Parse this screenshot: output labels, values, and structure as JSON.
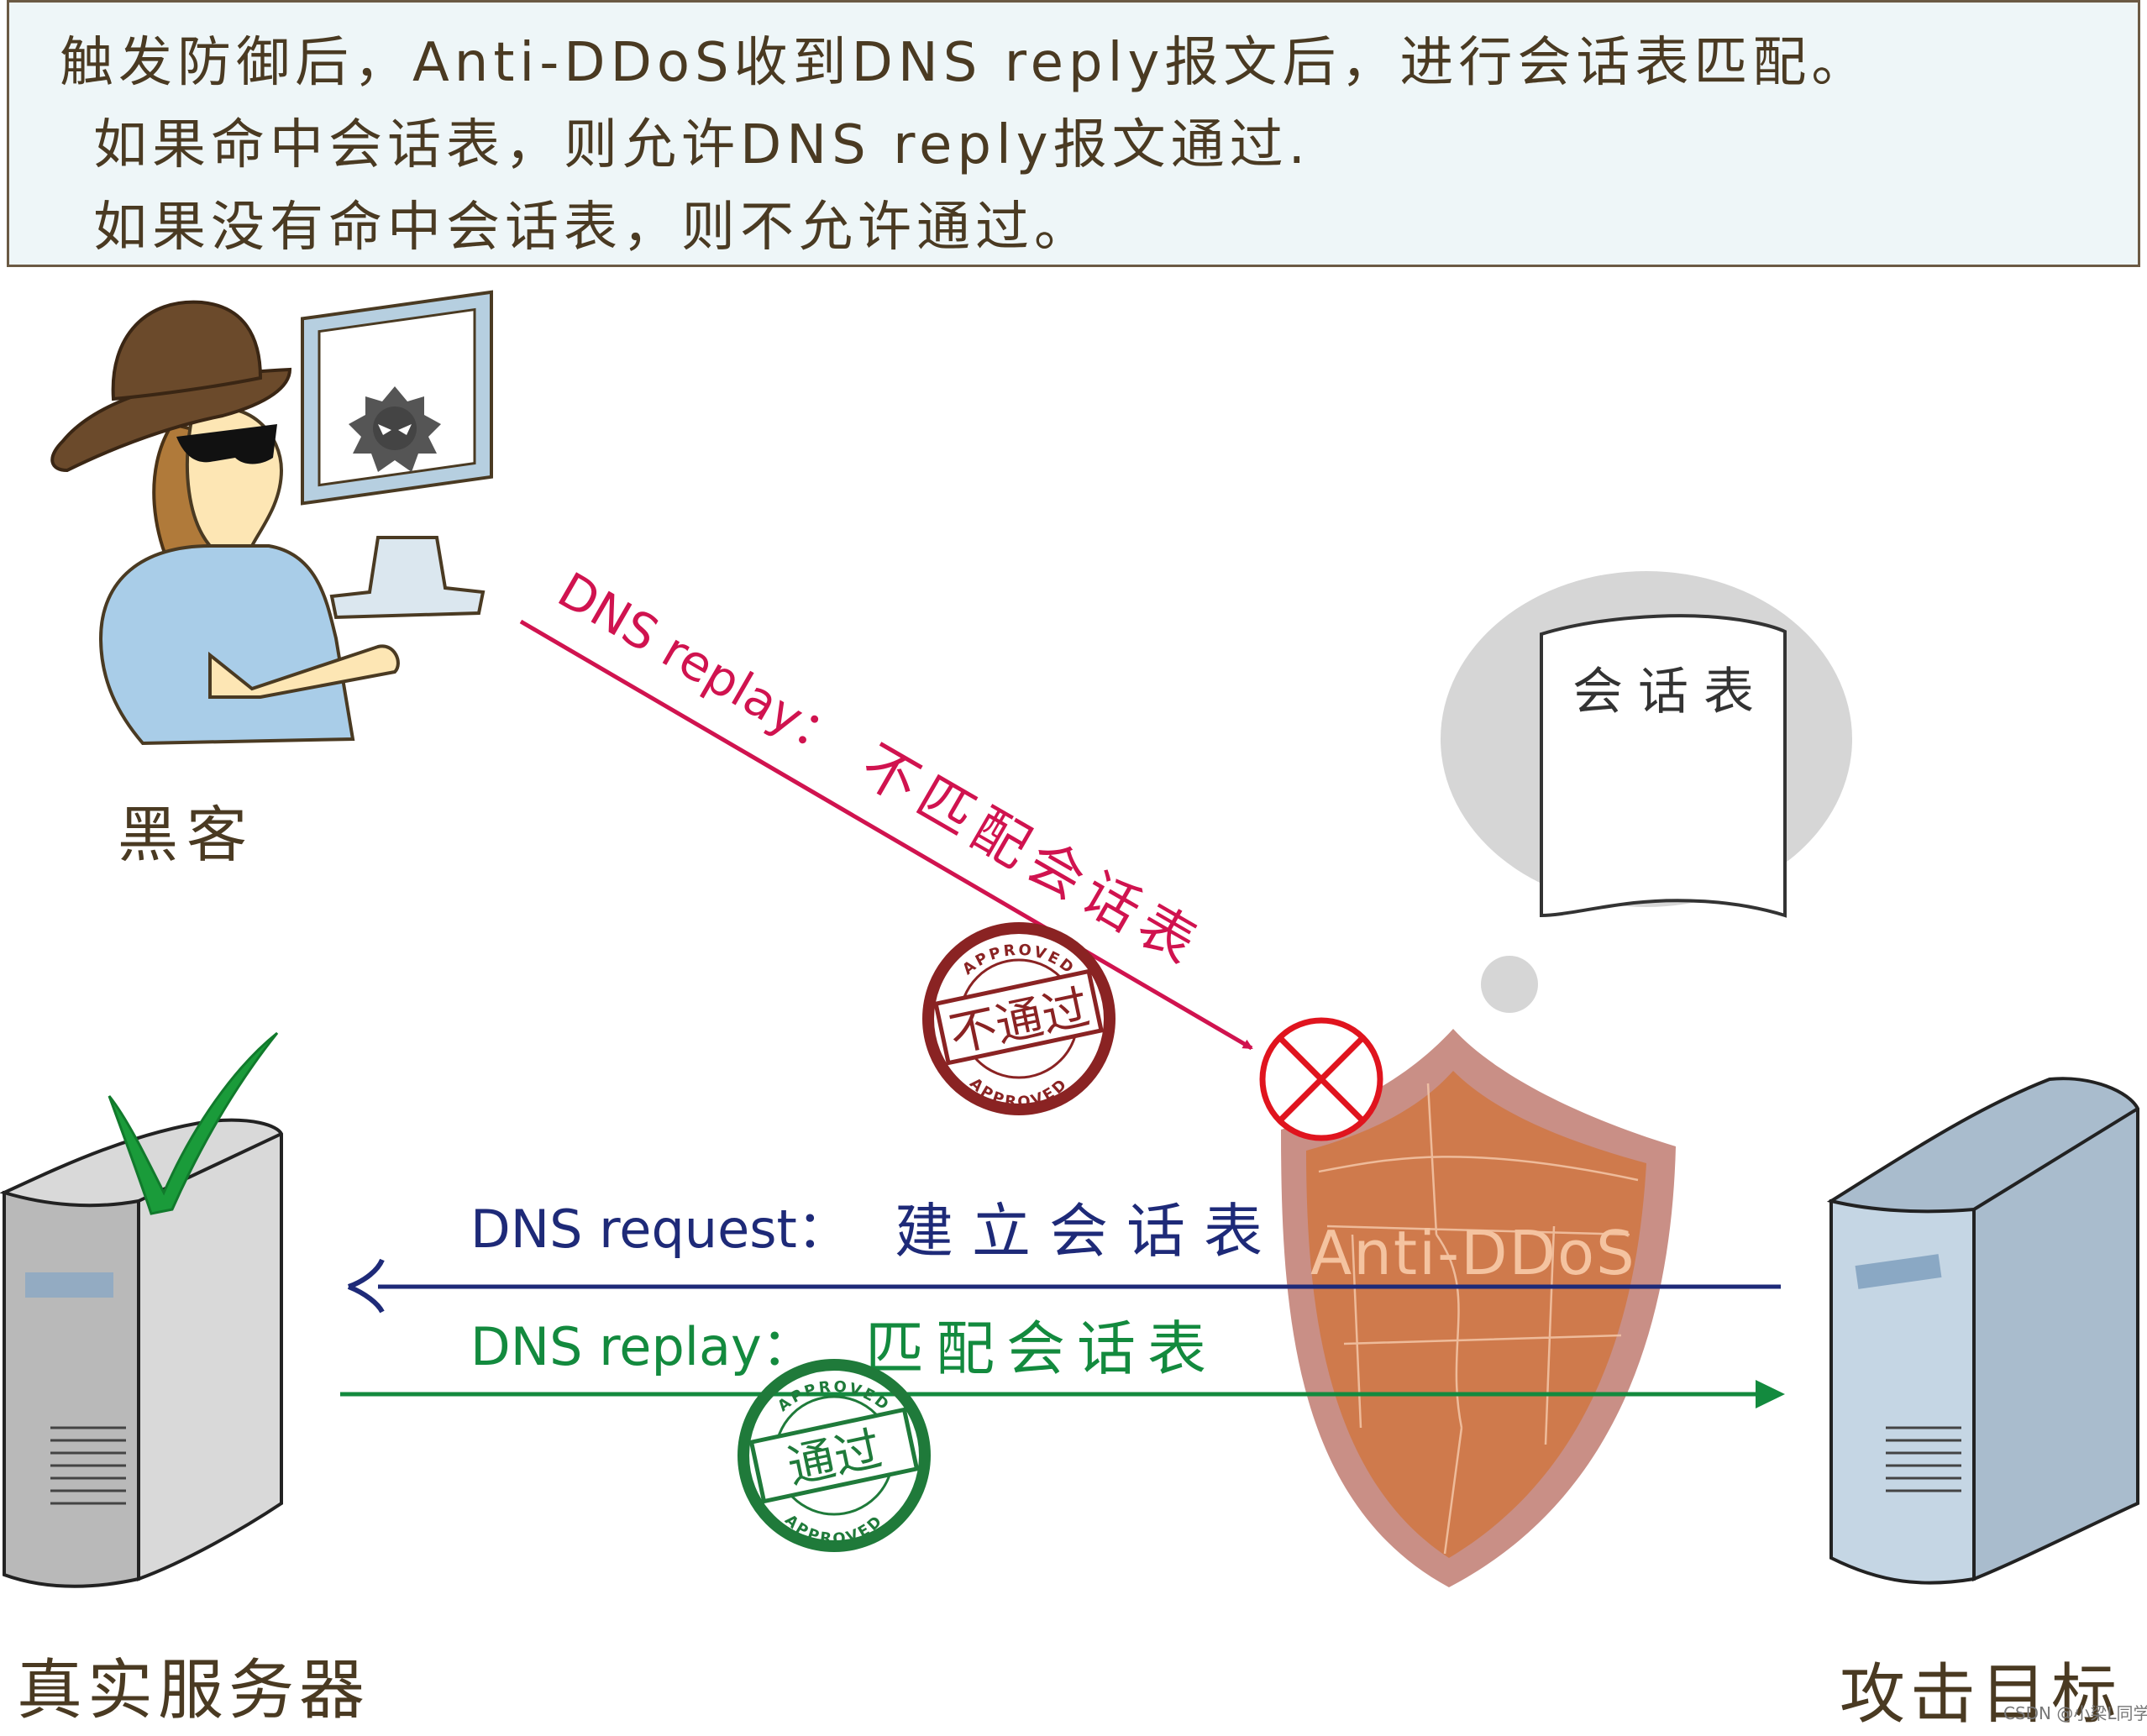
{
  "caption": {
    "line1": "触发防御后，Anti-DDoS收到DNS reply报文后，进行会话表匹配。",
    "line2": "如果命中会话表，则允许DNS reply报文通过.",
    "line3": "如果没有命中会话表，则不允许通过。"
  },
  "actors": {
    "hacker": "黑客",
    "real_server": "真实服务器",
    "target": "攻击目标",
    "shield": "Anti-DDoS"
  },
  "thought": {
    "doc_title": "会话表"
  },
  "flows": {
    "hacker_label_1": "DNS replay：",
    "hacker_label_2": "不匹配会话表",
    "request_label_1": "DNS request：",
    "request_label_2": "建立会话表",
    "reply_label_1": "DNS replay：",
    "reply_label_2": "匹配会话表"
  },
  "stamps": {
    "deny_text": "不通过",
    "allow_text": "通过",
    "ring_text": "APPROVED"
  },
  "watermark": "CSDN @小梁L同学",
  "colors": {
    "hacker_flow": "#d0134f",
    "request_flow": "#1e2a78",
    "reply_flow": "#138a3e",
    "deny_stamp": "#8a2323",
    "allow_stamp": "#1f7a3a",
    "check": "#1a9b3a",
    "block": "#e0141e",
    "shield_outer": "#c98f86",
    "shield_inner": "#cf7a4c"
  }
}
